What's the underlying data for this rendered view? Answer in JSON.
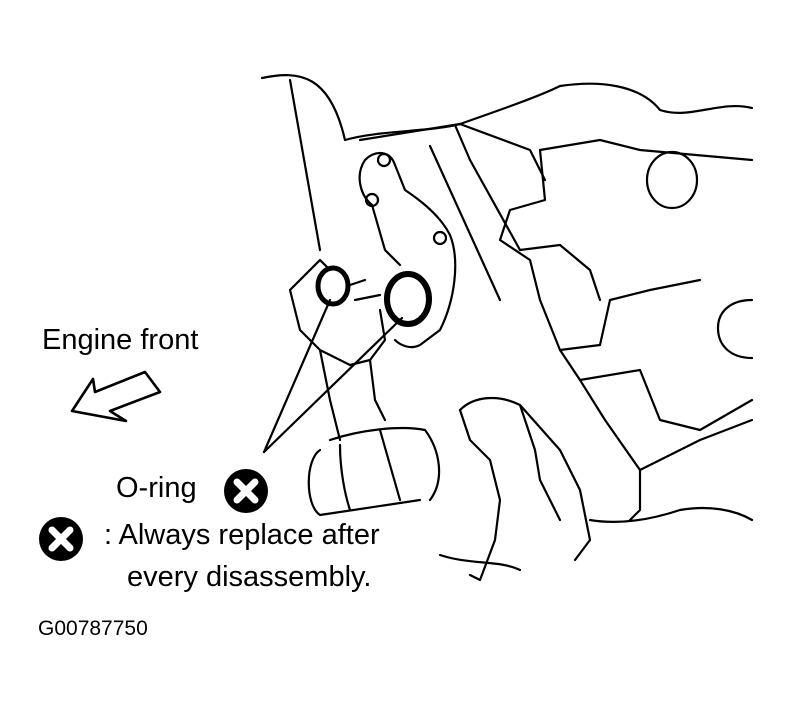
{
  "labels": {
    "engine_front": "Engine front",
    "o_ring": "O-ring",
    "note_line1": ": Always replace after",
    "note_line2": "every disassembly.",
    "figure_code": "G00787750"
  },
  "icons": {
    "direction_arrow": "hollow-arrow-left-icon",
    "replace_symbol": "circled-x-icon"
  },
  "colors": {
    "ink": "#000000",
    "paper": "#ffffff"
  }
}
